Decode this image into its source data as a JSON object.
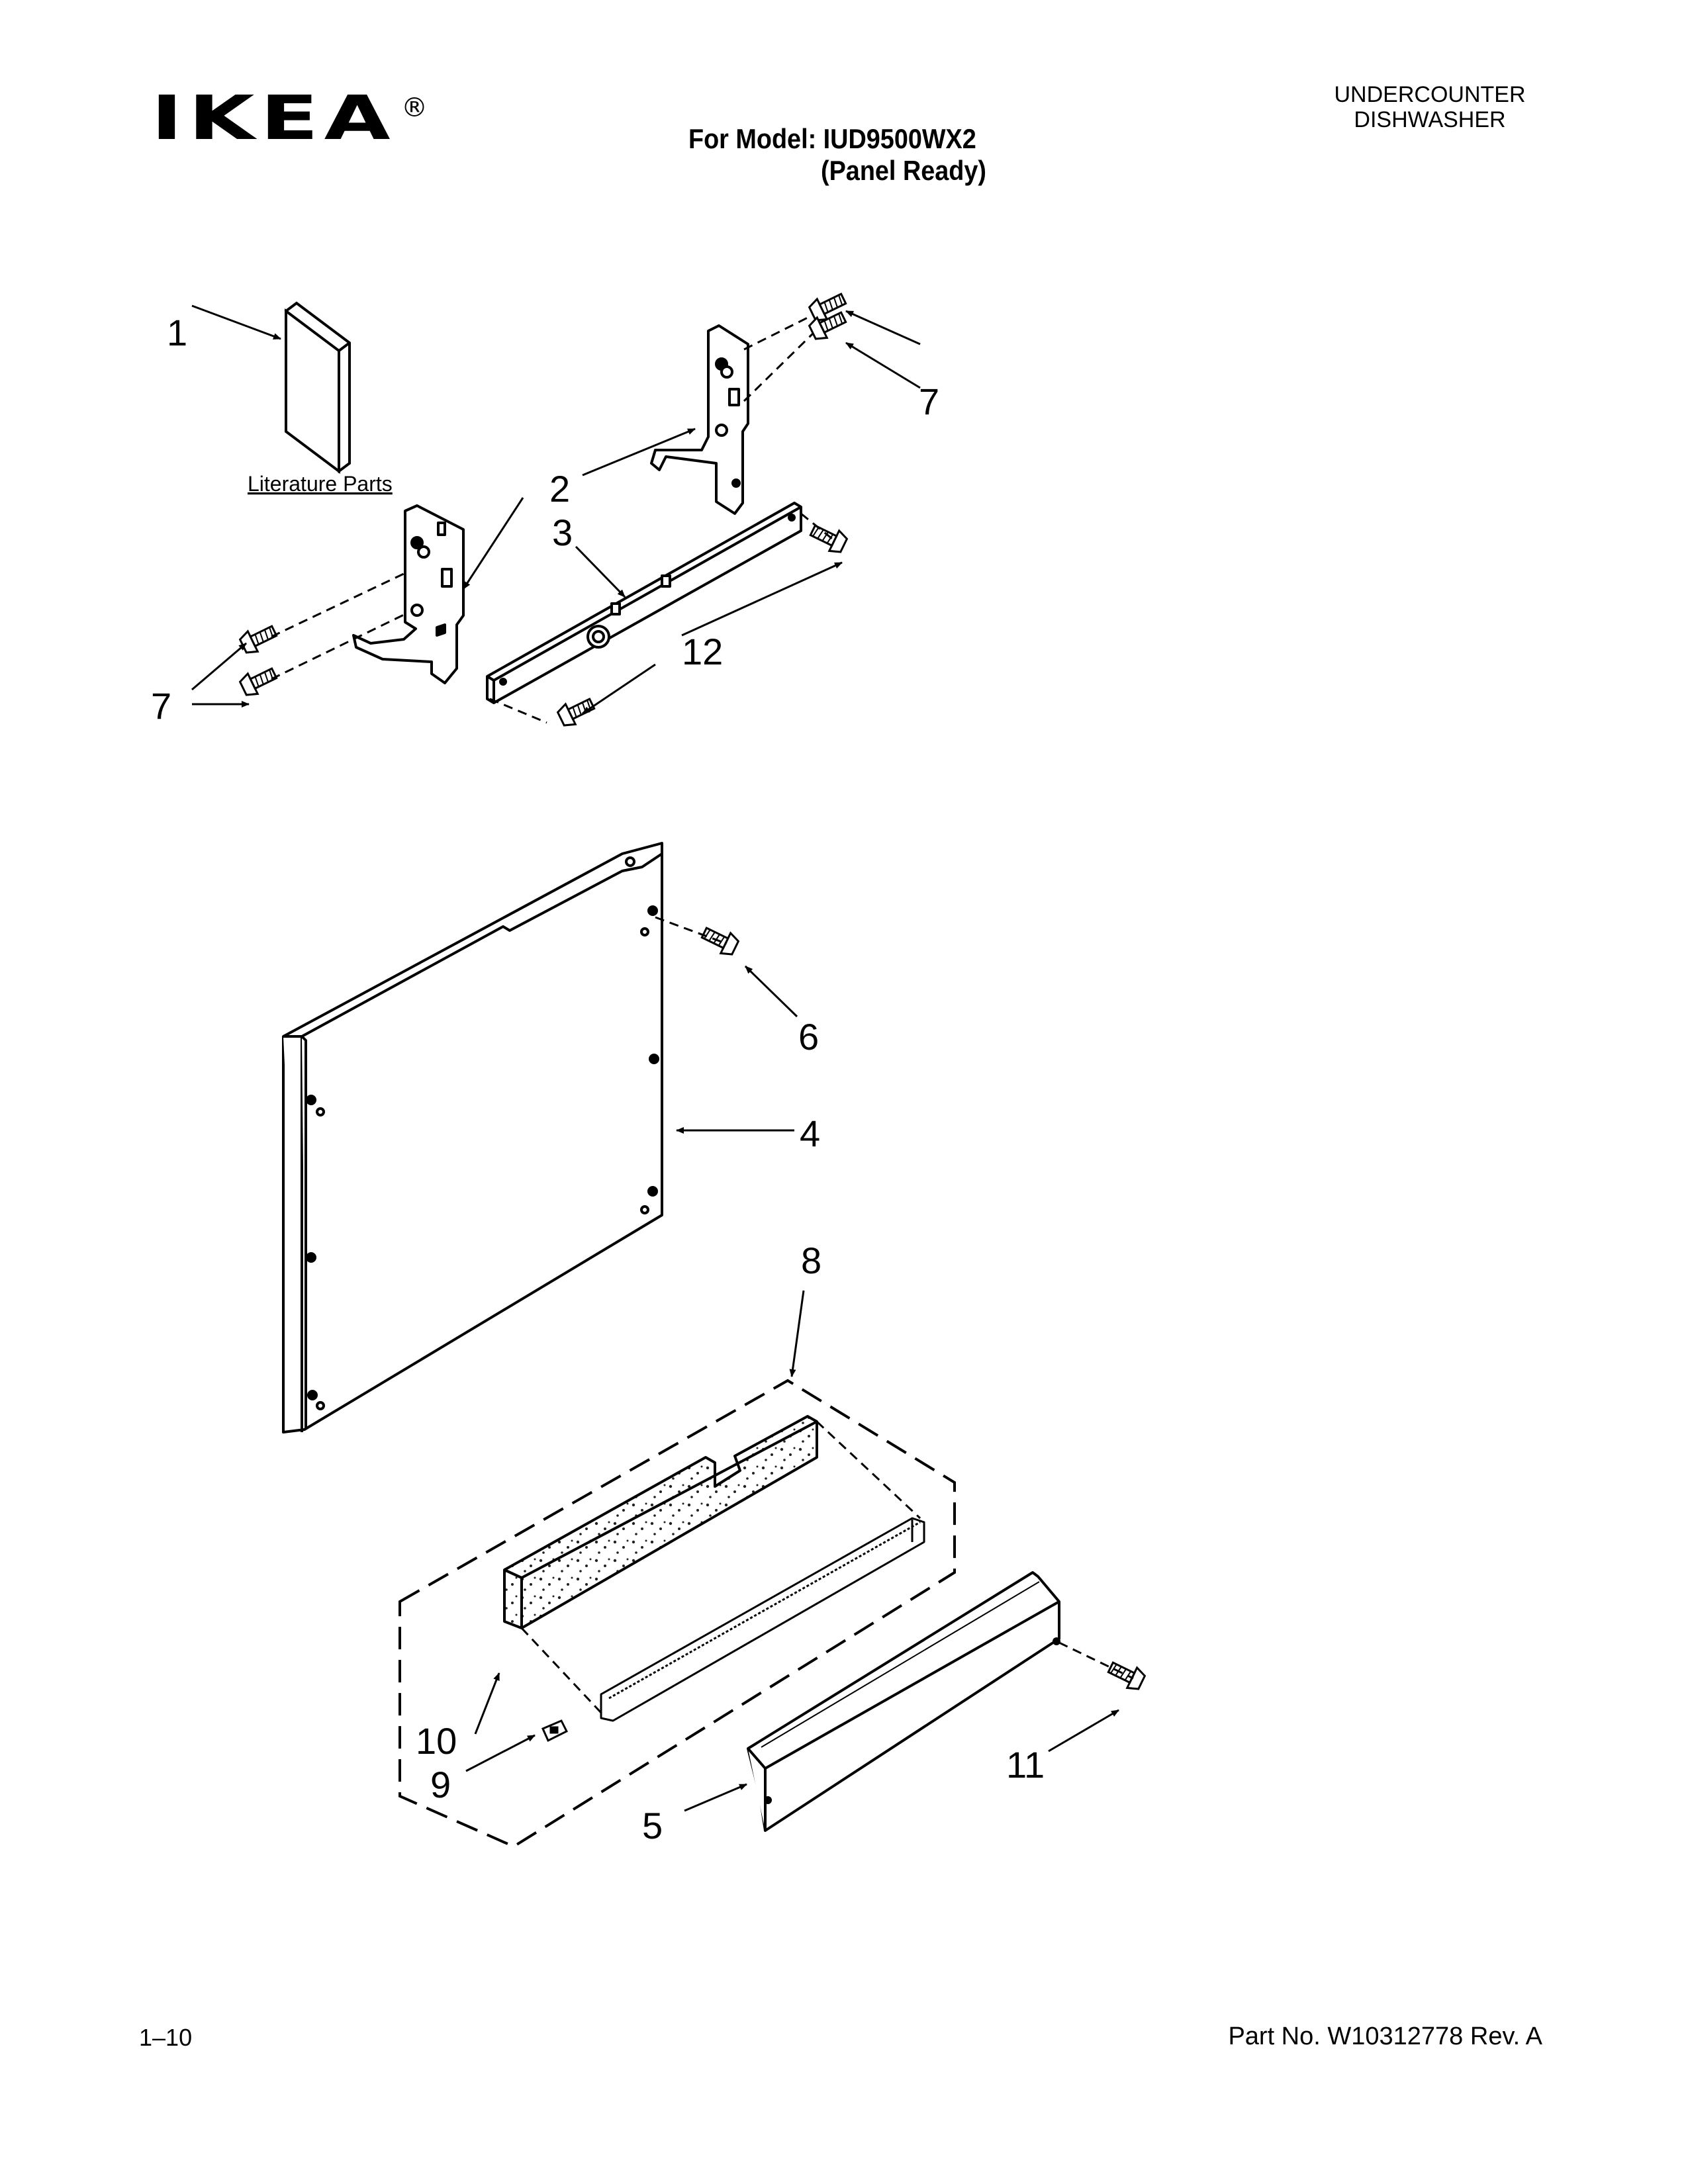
{
  "header": {
    "brand": "IKEA",
    "brand_mark": "®",
    "model_line": "For Model: IUD9500WX2",
    "model_sub": "(Panel Ready)",
    "category_line1": "UNDERCOUNTER",
    "category_line2": "DISHWASHER"
  },
  "diagram": {
    "literature_label": "Literature Parts",
    "callouts": {
      "c1": "1",
      "c2": "2",
      "c3": "3",
      "c4": "4",
      "c5": "5",
      "c6": "6",
      "c7_top": "7",
      "c7_left": "7",
      "c8": "8",
      "c9": "9",
      "c10": "10",
      "c11": "11",
      "c12": "12"
    }
  },
  "footer": {
    "page_number": "1–10",
    "part_number": "Part No. W10312778 Rev. A"
  }
}
